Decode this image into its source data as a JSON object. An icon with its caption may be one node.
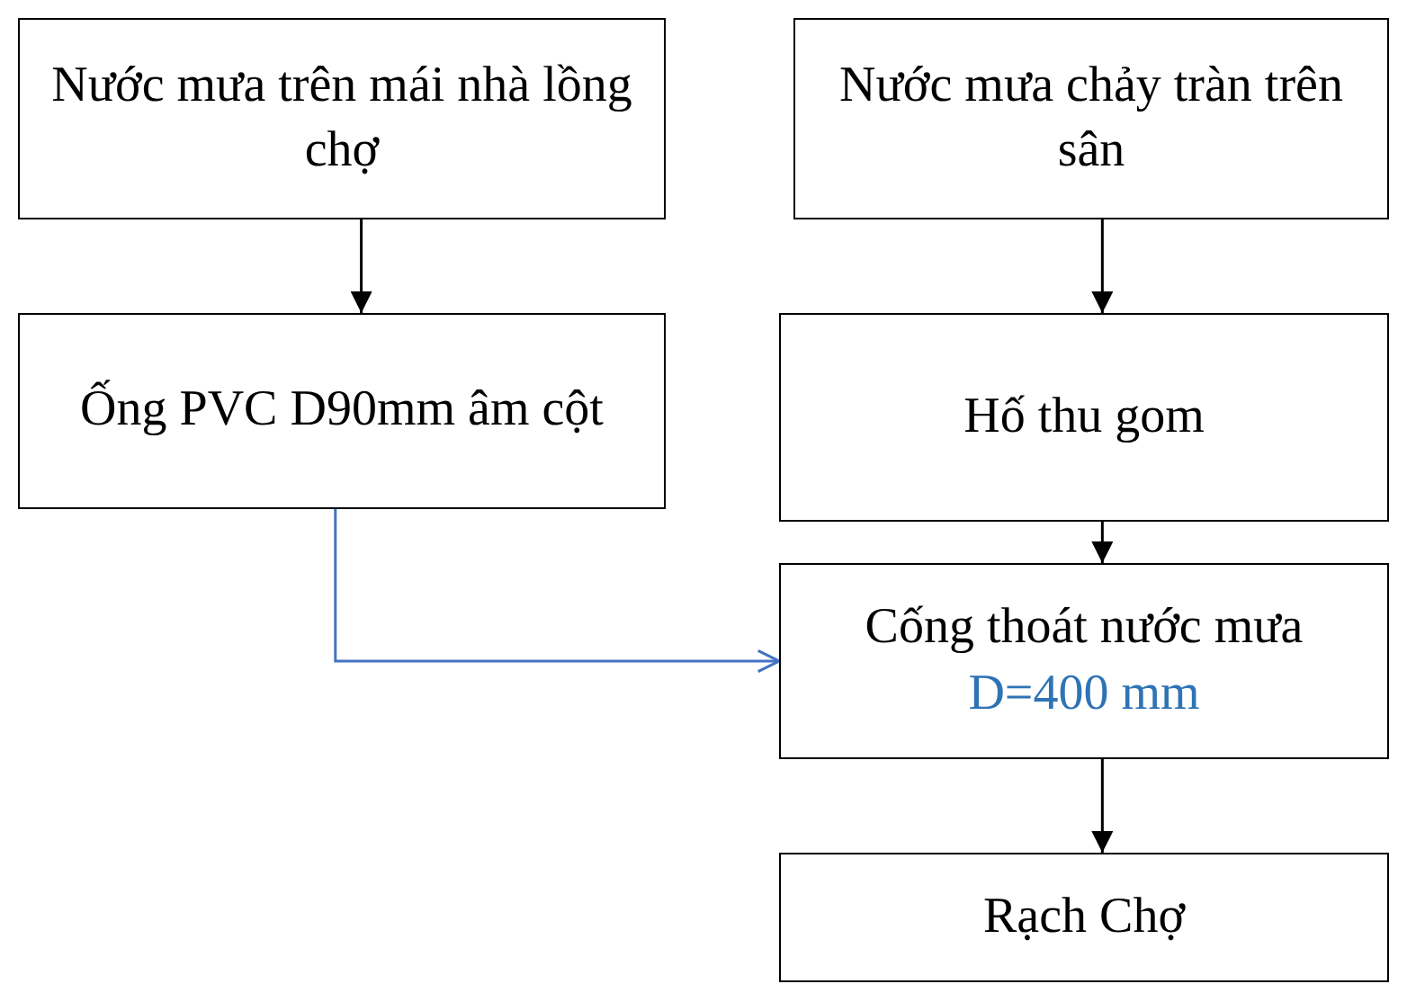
{
  "diagram": {
    "nodes": [
      {
        "text": [
          "Nước mưa trên mái nhà lồng chợ"
        ]
      },
      {
        "text": [
          "Nước mưa chảy tràn trên sân"
        ]
      },
      {
        "text": [
          "Ống PVC D90mm âm cột"
        ]
      },
      {
        "text": [
          "Hố thu gom"
        ]
      },
      {
        "text": [
          "Cống thoát nước mưa",
          "D=400 mm"
        ]
      },
      {
        "text": [
          "Rạch Chợ"
        ]
      }
    ],
    "edges": [
      {
        "from": 0,
        "to": 2,
        "arrow": "to"
      },
      {
        "from": 1,
        "to": 3,
        "arrow": "to"
      },
      {
        "from": 3,
        "to": 4,
        "arrow": "to"
      },
      {
        "from": 2,
        "to": 4,
        "arrow": "to",
        "color": "#4472c4"
      },
      {
        "from": 4,
        "to": 5,
        "arrow": "to"
      }
    ]
  }
}
